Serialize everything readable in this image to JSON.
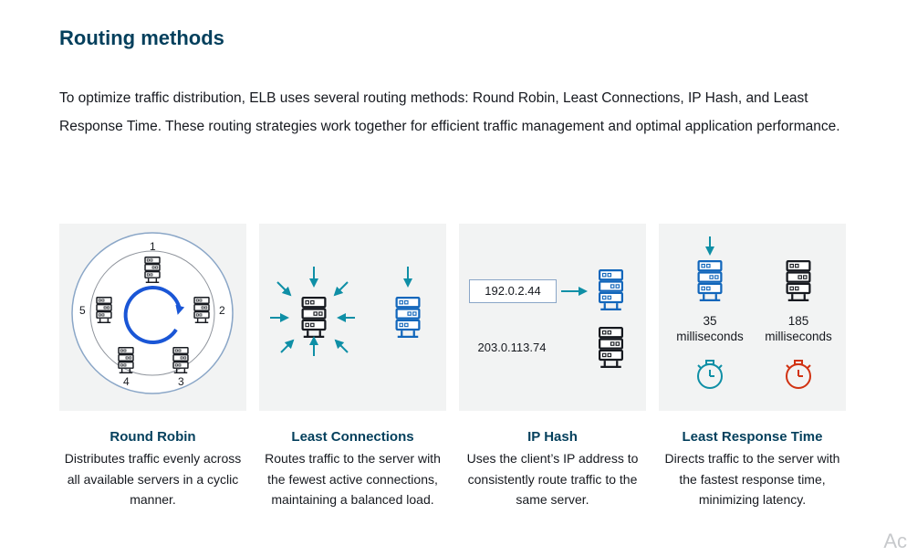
{
  "heading": "Routing methods",
  "intro": "To optimize traffic distribution, ELB uses several routing methods: Round Robin, Least Connections, IP Hash, and Least Response Time. These routing strategies work together for efficient traffic management and optimal application performance.",
  "methods": [
    {
      "title": "Round Robin",
      "description": "Distributes traffic evenly across all available servers in a cyclic manner.",
      "server_numbers": [
        "1",
        "2",
        "3",
        "4",
        "5"
      ]
    },
    {
      "title": "Least Connections",
      "description": "Routes traffic to the server with the fewest active connections, maintaining a balanced load."
    },
    {
      "title": "IP Hash",
      "description": "Uses the client’s IP address to consistently route traffic to the same server.",
      "ip_addresses": [
        "192.0.2.44",
        "203.0.113.74"
      ]
    },
    {
      "title": "Least Response Time",
      "description": "Directs traffic to the server with the fastest response time, minimizing latency.",
      "latencies": [
        {
          "value": "35",
          "unit": "milliseconds",
          "icon": "stopwatch-teal-icon"
        },
        {
          "value": "185",
          "unit": "milliseconds",
          "icon": "stopwatch-red-icon"
        }
      ]
    }
  ],
  "watermark": "Ac",
  "colors": {
    "heading": "#033f5c",
    "panel_bg": "#f2f3f3",
    "blue_server": "#1166bb",
    "teal": "#0f8fa6",
    "red": "#d13212",
    "rotation_arrow": "#1a56d6"
  }
}
